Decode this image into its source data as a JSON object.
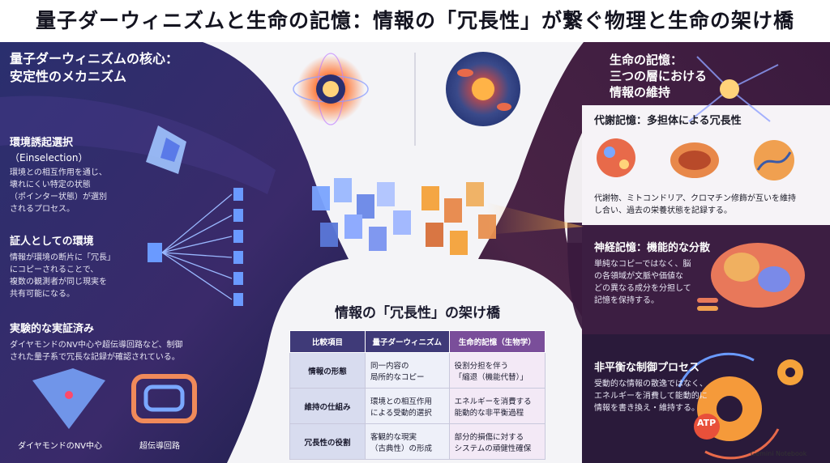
{
  "title": "量子ダーウィニズムと生命の記憶：情報の「冗長性」が繋ぐ物理と生命の架け橋",
  "left": {
    "heading_line1": "量子ダーウィニズムの核心：",
    "heading_line2": "安定性のメカニズム",
    "sections": [
      {
        "title": "環境誘起選択",
        "subtitle": "（Einselection）",
        "lines": [
          "環境との相互作用を通じ、",
          "壊れにくい特定の状態",
          "（ポインター状態）が選別",
          "されるプロセス。"
        ]
      },
      {
        "title": "証人としての環境",
        "lines": [
          "情報が環境の断片に「冗長」",
          "にコピーされることで、",
          "複数の観測者が同じ現実を",
          "共有可能になる。"
        ]
      },
      {
        "title": "実験的な実証済み",
        "lines": [
          "ダイヤモンドのNV中心や超伝導回路など、制御",
          "された量子系で冗長な記録が確認されている。"
        ]
      }
    ],
    "captions": [
      "ダイヤモンドのNV中心",
      "超伝導回路"
    ]
  },
  "right": {
    "heading_lines": [
      "生命の記憶：",
      "三つの層における",
      "情報の維持"
    ],
    "sections": [
      {
        "title": "代謝記憶：多担体による冗長性",
        "lines": [
          "代謝物、ミトコンドリア、クロマチン修飾が互いを維持",
          "し合い、過去の栄養状態を記録する。"
        ]
      },
      {
        "title": "神経記憶：機能的な分散",
        "lines": [
          "単純なコピーではなく、脳",
          "の各領域が文脈や価値な",
          "どの異なる成分を分担して",
          "記憶を保持する。"
        ]
      },
      {
        "title": "非平衡な制御プロセス",
        "lines": [
          "受動的な情報の散逸ではなく、",
          "エネルギーを消費して能動的に",
          "情報を書き換え・維持する。"
        ]
      }
    ],
    "atp_label": "ATP"
  },
  "bridge": {
    "title": "情報の「冗長性」の架け橋",
    "headers": [
      "比較項目",
      "量子ダーウィニズム",
      "生命的記憶（生物学）"
    ],
    "rows": [
      [
        "情報の形態",
        "同一内容の\n局所的なコピー",
        "役割分担を伴う\n「縮退（機能代替）」"
      ],
      [
        "維持の仕組み",
        "環境との相互作用\nによる受動的選択",
        "エネルギーを消費する\n能動的な非平衡過程"
      ],
      [
        "冗長性の役割",
        "客観的な現実\n（古典性）の形成",
        "部分的損傷に対する\nシステムの頑健性確保"
      ]
    ]
  },
  "footer": "Gemini Notebook"
}
